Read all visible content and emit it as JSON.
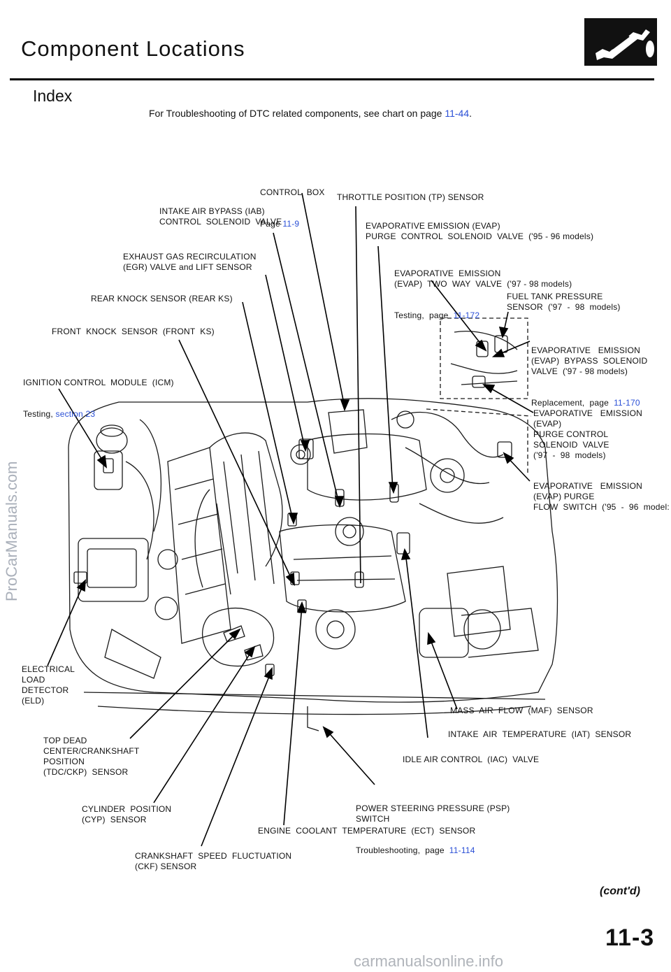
{
  "header": {
    "title": "Component Locations",
    "section": "Index",
    "intro_prefix": "For Troubleshooting of DTC related components, see chart on page ",
    "intro_link": "11-44",
    "intro_suffix": ".",
    "logo_icon": "fuel-nozzle-icon"
  },
  "labels": {
    "control_box": "CONTROL  BOX",
    "control_box_ref": "Page ",
    "control_box_link": "11-9",
    "tp_sensor": "THROTTLE POSITION (TP) SENSOR",
    "iab": "INTAKE AIR BYPASS (IAB)\nCONTROL  SOLENOID  VALVE",
    "evap_purge_95": "EVAPORATIVE EMISSION (EVAP)\nPURGE  CONTROL  SOLENOID  VALVE  ('95 - 96 models)",
    "egr": "EXHAUST GAS RECIRCULATION\n(EGR) VALVE and LIFT SENSOR",
    "evap_two_way": "EVAPORATIVE  EMISSION\n(EVAP)  TWO  WAY  VALVE  ('97 - 98 models)",
    "evap_two_way_ref": "Testing,  page  ",
    "evap_two_way_link": "11-172",
    "rear_ks": "REAR KNOCK SENSOR (REAR KS)",
    "fuel_tank": "FUEL TANK PRESSURE\nSENSOR  ('97  -  98  models)",
    "front_ks": "FRONT  KNOCK  SENSOR  (FRONT  KS)",
    "evap_bypass": "EVAPORATIVE   EMISSION\n(EVAP)  BYPASS  SOLENOID\nVALVE  ('97 - 98 models)",
    "evap_bypass_ref": "Replacement,  page  ",
    "evap_bypass_link": "11-170",
    "icm": "IGNITION CONTROL  MODULE  (ICM)",
    "icm_ref": "Testing, ",
    "icm_link": "section 23",
    "evap_purge_97": "EVAPORATIVE   EMISSION\n(EVAP)\nPURGE CONTROL\nSOLENOID  VALVE\n('97  -  98  models)",
    "evap_flow": "EVAPORATIVE   EMISSION\n(EVAP) PURGE\nFLOW  SWITCH  ('95  -  96  model:",
    "eld": "ELECTRICAL\nLOAD\nDETECTOR\n(ELD)",
    "maf": "MASS  AIR  FLOW  (MAF)  SENSOR",
    "iat": "INTAKE  AIR  TEMPERATURE  (IAT)  SENSOR",
    "tdc": "TOP DEAD\nCENTER/CRANKSHAFT\nPOSITION\n(TDC/CKP)  SENSOR",
    "iac": "IDLE AIR CONTROL  (IAC)  VALVE",
    "psp": "POWER STEERING PRESSURE (PSP)\nSWITCH",
    "psp_ref": "Troubleshooting,  page  ",
    "psp_link": "11-114",
    "cyp": "CYLINDER  POSITION\n(CYP)  SENSOR",
    "ect": "ENGINE  COOLANT  TEMPERATURE  (ECT)  SENSOR",
    "ckf": "CRANKSHAFT  SPEED  FLUCTUATION\n(CKF) SENSOR"
  },
  "watermark_side": "ProCarManuals.com",
  "footer": {
    "contd": "(cont'd)",
    "page_number": "11-3",
    "watermark": "carmanualsonline.info"
  },
  "colors": {
    "link": "#2a4fd6",
    "text": "#111111",
    "watermark": "#aab0ba"
  }
}
